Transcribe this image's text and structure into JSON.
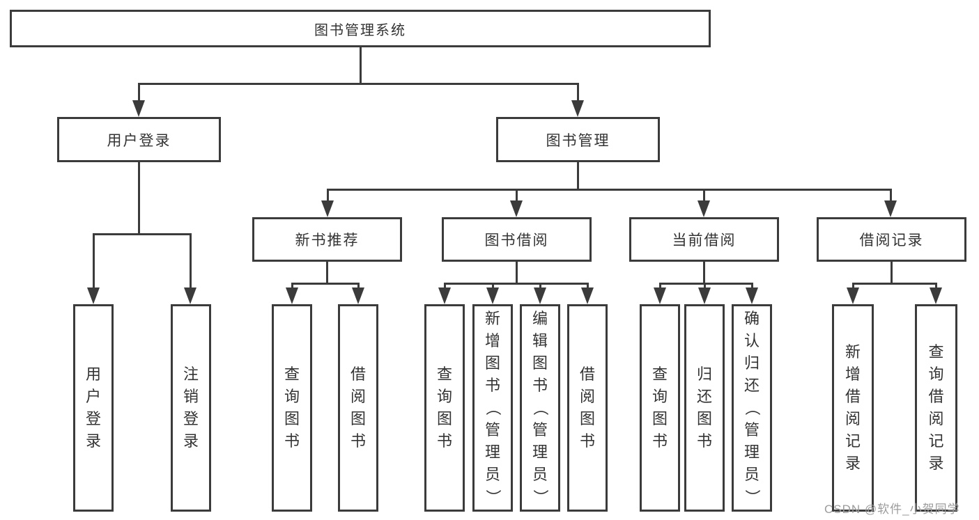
{
  "diagram": {
    "colors": {
      "line": "#3B3B3B",
      "text": "#333333",
      "background": "#FFFFFF",
      "watermark": "#9C9C9C"
    },
    "tree": {
      "label": "图书管理系统",
      "children": [
        {
          "label": "用户登录",
          "children": [
            {
              "label": "用户登录"
            },
            {
              "label": "注销登录"
            }
          ]
        },
        {
          "label": "图书管理",
          "children": [
            {
              "label": "新书推荐",
              "children": [
                {
                  "label": "查询图书"
                },
                {
                  "label": "借阅图书"
                }
              ]
            },
            {
              "label": "图书借阅",
              "children": [
                {
                  "label": "查询图书"
                },
                {
                  "label": "新增图书（管理员）"
                },
                {
                  "label": "编辑图书（管理员）"
                },
                {
                  "label": "借阅图书"
                }
              ]
            },
            {
              "label": "当前借阅",
              "children": [
                {
                  "label": "查询图书"
                },
                {
                  "label": "归还图书"
                },
                {
                  "label": "确认归还（管理员）"
                }
              ]
            },
            {
              "label": "借阅记录",
              "children": [
                {
                  "label": "新增借阅记录"
                },
                {
                  "label": "查询借阅记录"
                }
              ]
            }
          ]
        }
      ]
    },
    "watermark": {
      "text": "CSDN @软件_小贺同学"
    }
  }
}
